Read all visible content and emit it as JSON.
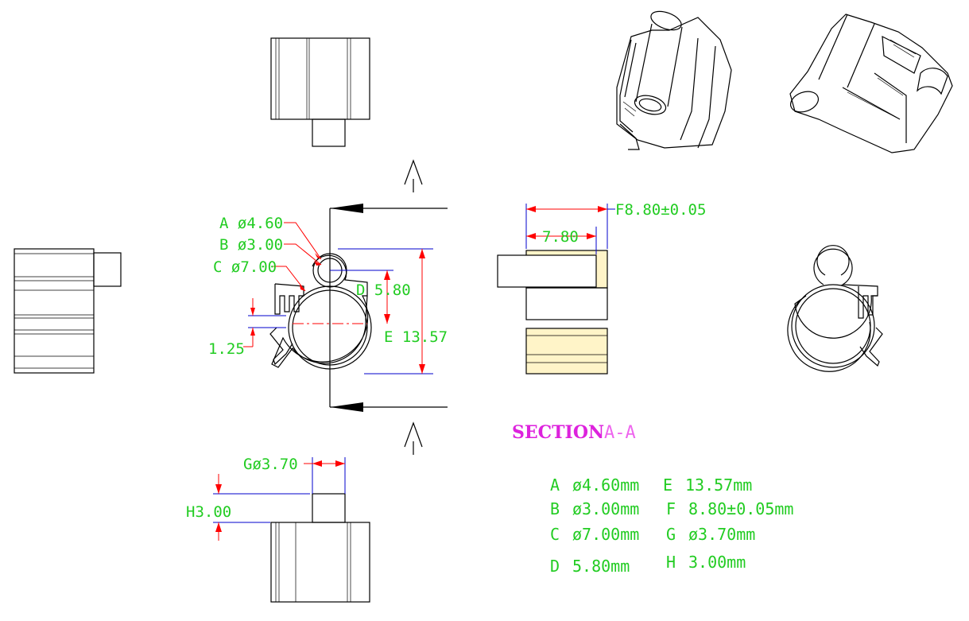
{
  "callouts": {
    "A": "A ø4.60",
    "B": "B ø3.00",
    "C": "C ø7.00",
    "D": "D 5.80",
    "E": "E 13.57",
    "F": "F8.80±0.05",
    "G": "Gø3.70",
    "H": "H3.00",
    "r125": "1.25",
    "r780": "7.80"
  },
  "section_marker": "A",
  "section": {
    "title": "SECTION",
    "sub": "A-A"
  },
  "dimensions_table": [
    {
      "letter": "A",
      "value": "ø4.60mm"
    },
    {
      "letter": "B",
      "value": "ø3.00mm"
    },
    {
      "letter": "C",
      "value": "ø7.00mm"
    },
    {
      "letter": "D",
      "value": "5.80mm"
    },
    {
      "letter": "E",
      "value": "13.57mm"
    },
    {
      "letter": "F",
      "value": "8.80±0.05mm"
    },
    {
      "letter": "G",
      "value": "ø3.70mm"
    },
    {
      "letter": "H",
      "value": "3.00mm"
    }
  ],
  "colors": {
    "dimension_text": "#22cc22",
    "leader": "#ff0000",
    "section_title": "#dd22dd",
    "hatch": "#fff4c8"
  }
}
